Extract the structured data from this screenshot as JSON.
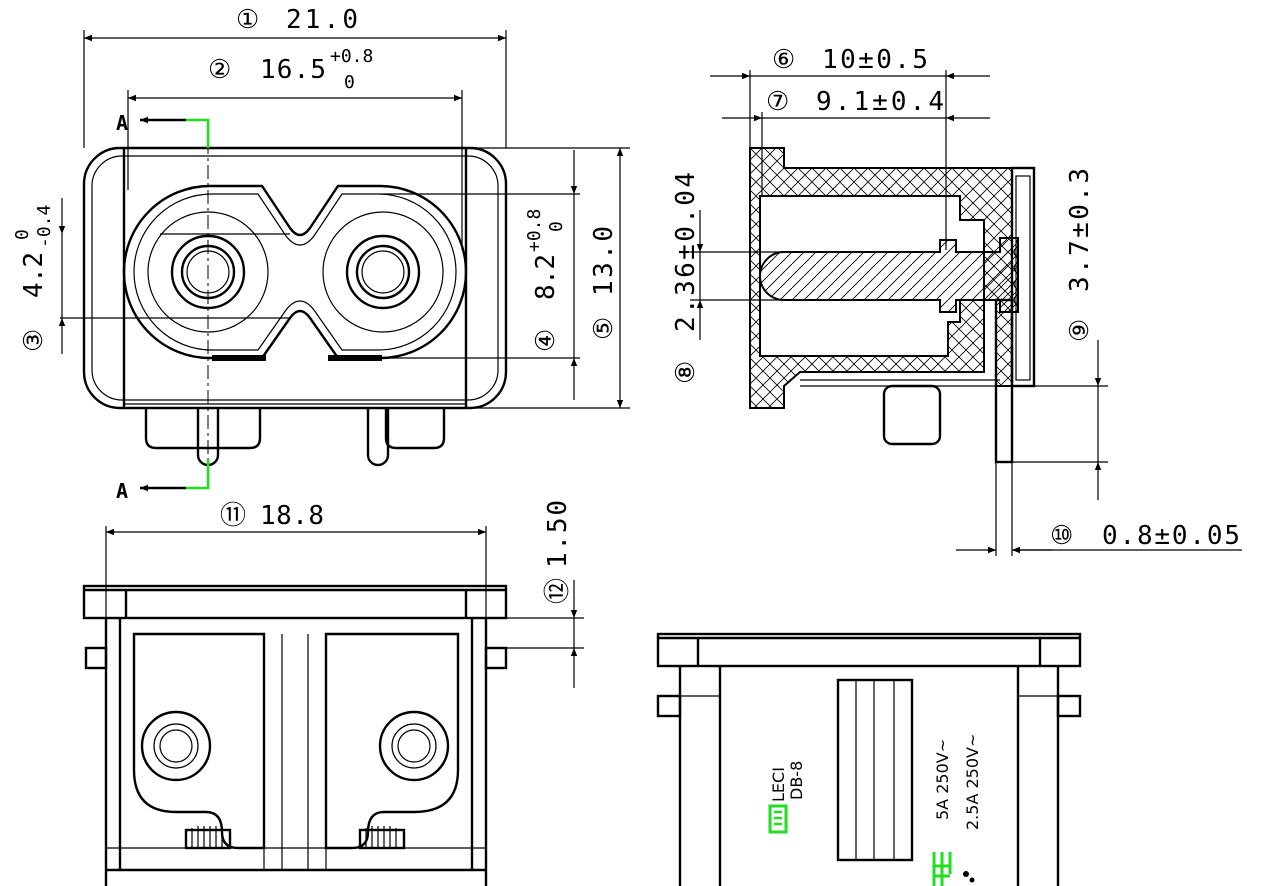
{
  "dimensions": {
    "d1": {
      "num": "①",
      "text": "21.0"
    },
    "d2": {
      "num": "②",
      "text": "16.5",
      "tol_upper": "+0.8",
      "tol_lower": "0"
    },
    "d3": {
      "num": "③",
      "text": "4.2",
      "tol_upper": "0",
      "tol_lower": "-0.4"
    },
    "d4": {
      "num": "④",
      "text": "8.2",
      "tol_upper": "+0.8",
      "tol_lower": "0"
    },
    "d5": {
      "num": "⑤",
      "text": "13.0"
    },
    "d6": {
      "num": "⑥",
      "text": "10±0.5"
    },
    "d7": {
      "num": "⑦",
      "text": "9.1±0.4"
    },
    "d8": {
      "num": "⑧",
      "text": "2.36±0.04"
    },
    "d9": {
      "num": "⑨",
      "text": "3.7±0.3"
    },
    "d10": {
      "num": "⑩",
      "text": "0.8±0.05"
    },
    "d11": {
      "num": "⑪",
      "text": "18.8"
    },
    "d12": {
      "num": "⑫",
      "text": "1.50"
    }
  },
  "section_labels": {
    "top": "A",
    "bottom": "A"
  },
  "markings": {
    "brand": "LECI",
    "model": "DB-8",
    "rating1": "5A 250V~",
    "rating2": "2.5A 250V~"
  },
  "colors": {
    "section_line": "#22dd22",
    "cert_marks": "#22dd22",
    "lines": "#000000"
  }
}
